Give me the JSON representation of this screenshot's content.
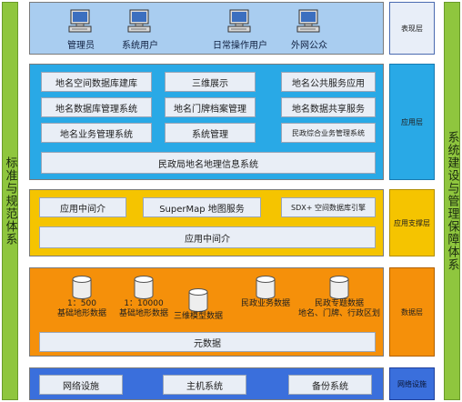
{
  "side_left": "标准与规范体系",
  "side_right": "系统建设与管理保障体系",
  "presentation": {
    "label": "表现层",
    "users": [
      {
        "icon": "computer-icon",
        "label": "管理员"
      },
      {
        "icon": "computer-icon",
        "label": "系统用户"
      },
      {
        "icon": "computer-icon",
        "label": "日常操作用户"
      },
      {
        "icon": "computer-icon",
        "label": "外网公众"
      }
    ]
  },
  "application": {
    "label": "应用层",
    "boxes": [
      "地名空间数据库建库",
      "三维展示",
      "地名公共服务应用",
      "地名数据库管理系统",
      "地名门牌档案管理",
      "地名数据共享服务",
      "地名业务管理系统",
      "系统管理",
      "民政综合业务管理系统"
    ],
    "bar": "民政局地名地理信息系统"
  },
  "support": {
    "label": "应用支撑层",
    "boxes": [
      "应用中间介",
      "SuperMap 地图服务",
      "SDX+ 空间数据库引擎"
    ],
    "bar": "应用中间介"
  },
  "data": {
    "label": "数据层",
    "items": [
      {
        "icon": "database-icon",
        "line1": "1：500",
        "line2": "基础地形数据"
      },
      {
        "icon": "database-icon",
        "line1": "1：10000",
        "line2": "基础地形数据"
      },
      {
        "icon": "database-icon",
        "line1": "三维模型数据",
        "line2": ""
      },
      {
        "icon": "database-icon",
        "line1": "民政业务数据",
        "line2": ""
      },
      {
        "icon": "database-icon",
        "line1": "民政专题数据",
        "line2": "地名、门牌、行政区划"
      }
    ],
    "bar": "元数据"
  },
  "network": {
    "label": "网络设施",
    "boxes": [
      "网络设施",
      "主机系统",
      "备份系统"
    ]
  },
  "colors": {
    "green": "#8fc63e",
    "presentation_bg": "#a9cdf0",
    "application_bg": "#29a9e6",
    "support_bg": "#f5c400",
    "data_bg": "#f5900a",
    "network_bg": "#3a6fdc"
  }
}
